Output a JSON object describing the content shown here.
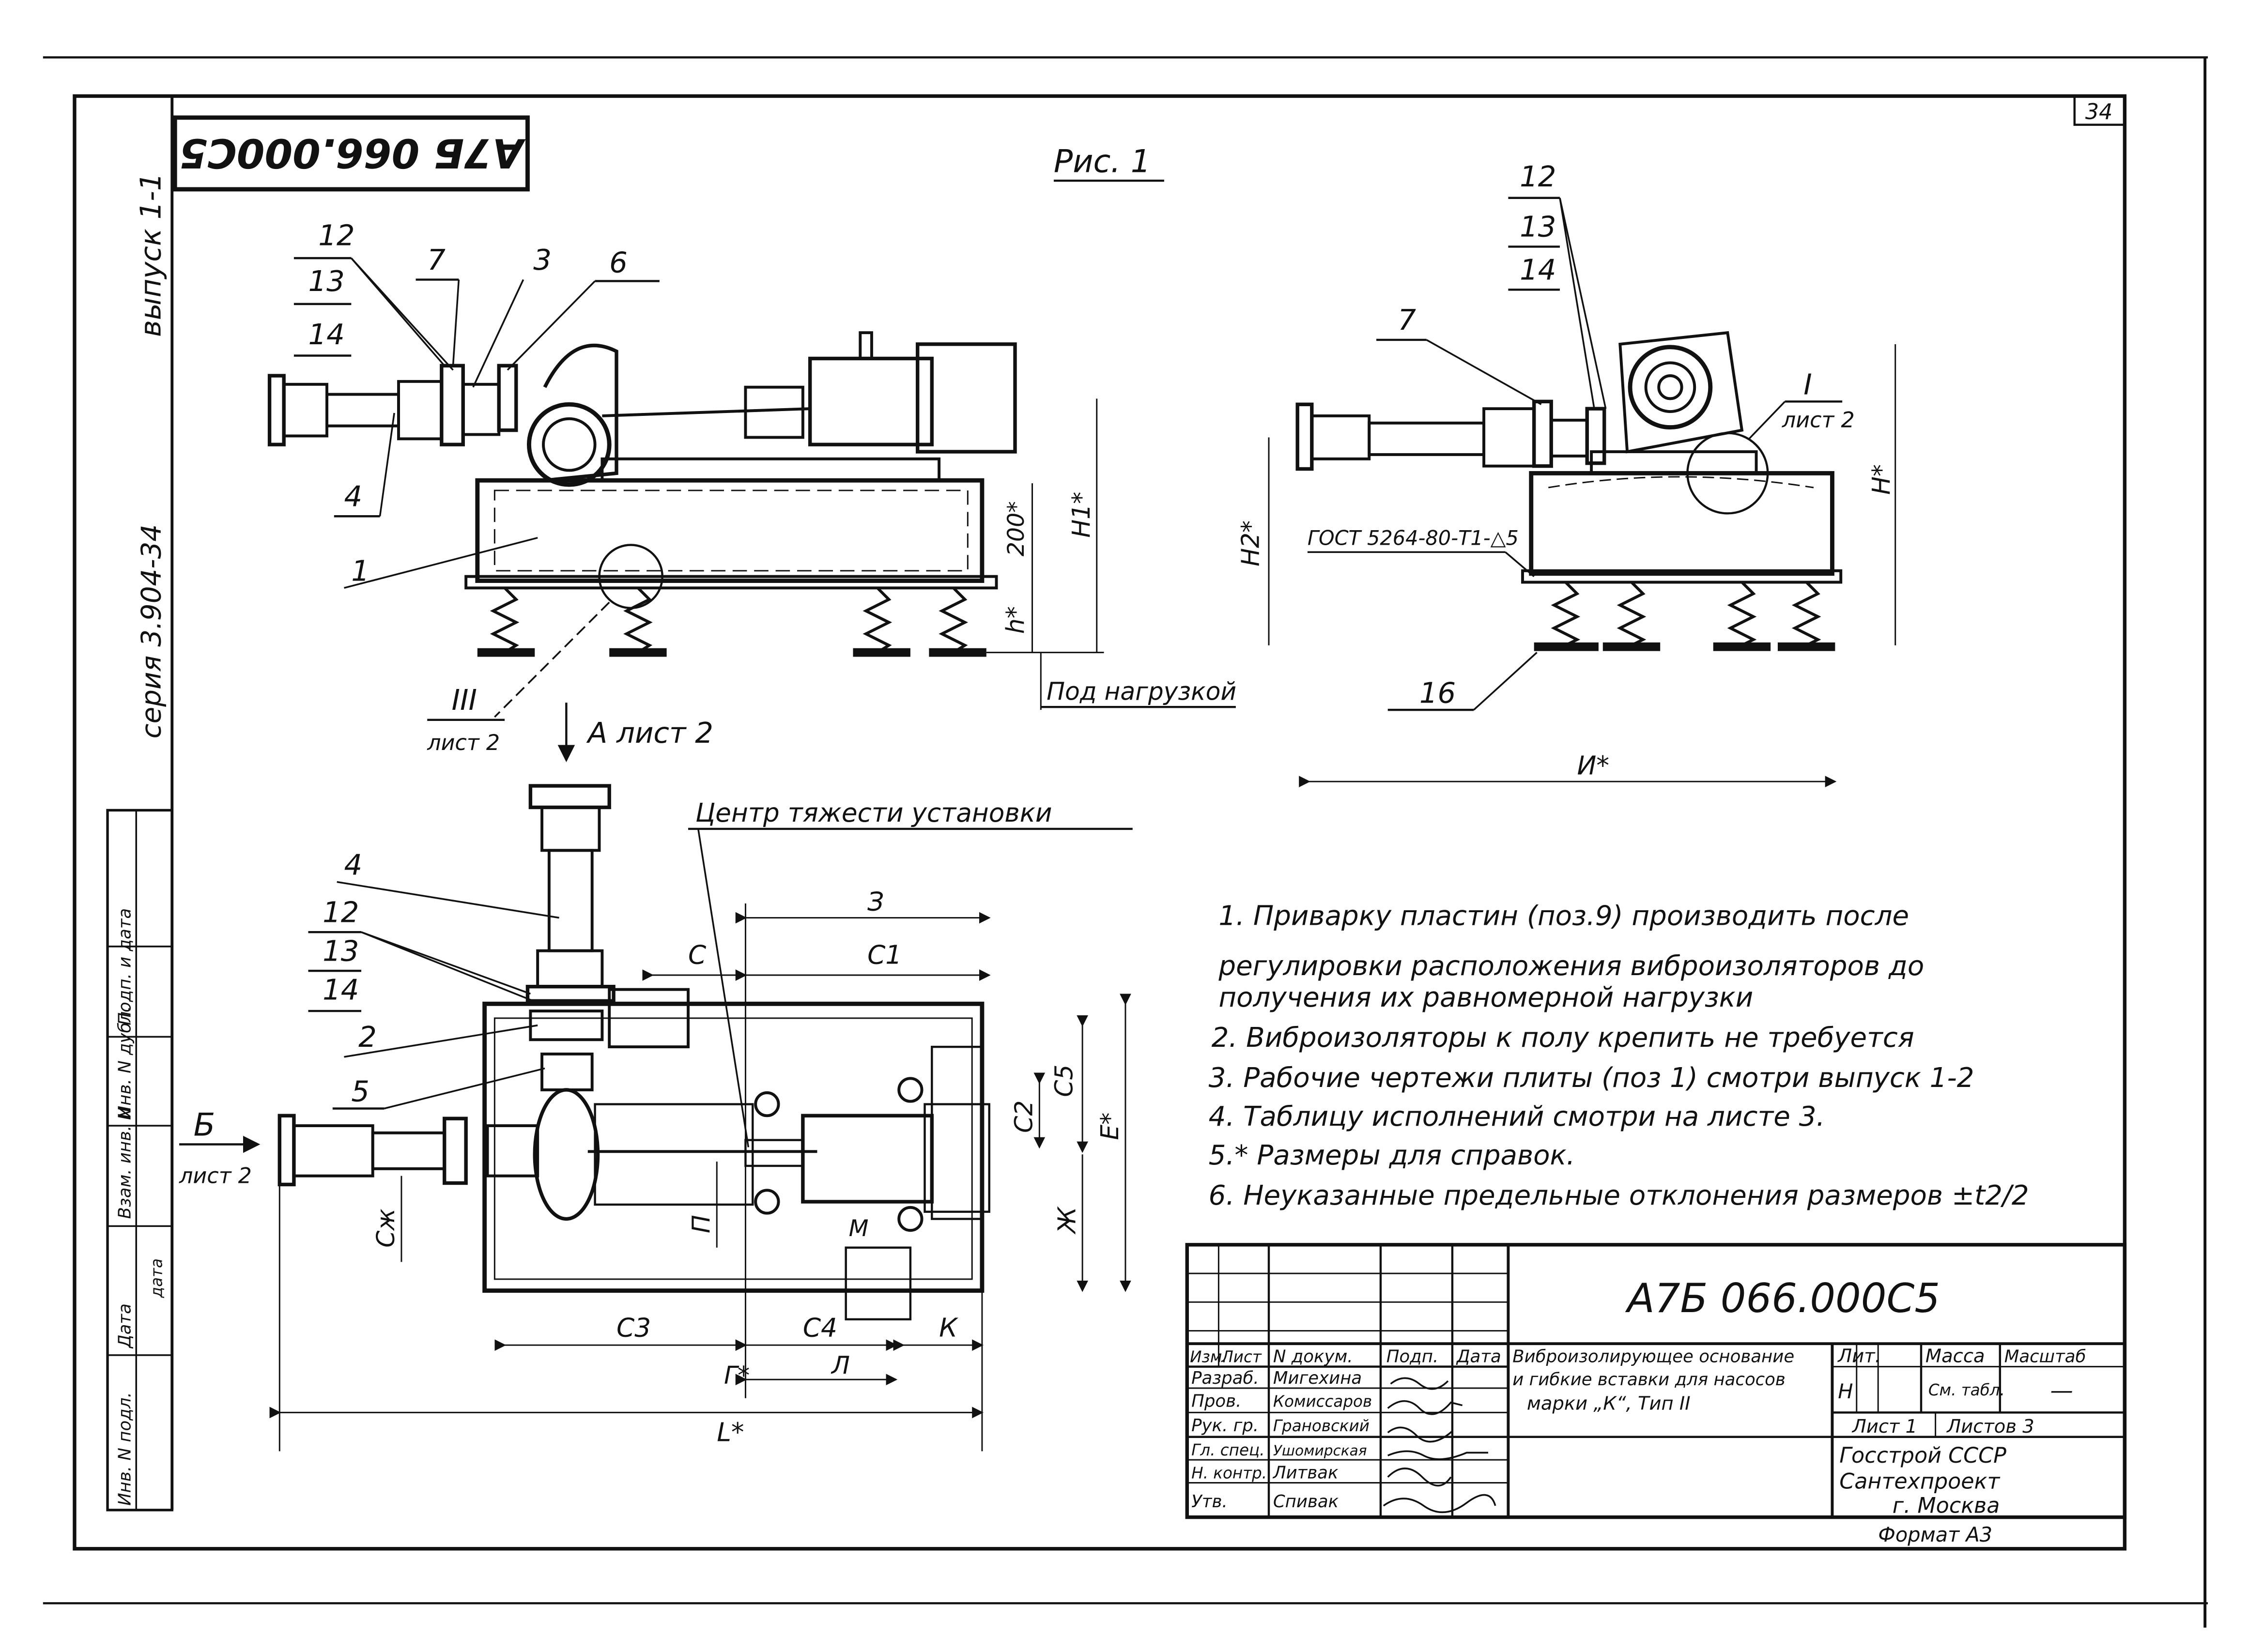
{
  "sheet_number": "34",
  "title_stamp_mirrored": "А7Б 066.000С5",
  "figure_label": "Рис. 1",
  "side_labels": {
    "issue": "выпуск 1-1",
    "series": "серия 3.904-34"
  },
  "left_strip_labels": [
    "Инв. N подл.",
    "Дата",
    "Взам. инв. N",
    "Инв. N дубл.",
    "Подп. и дата"
  ],
  "left_strip_date_text": "дата",
  "position_callouts": {
    "top_left_stack": [
      "12",
      "13",
      "14"
    ],
    "top_left_7": "7",
    "top_left_3": "3",
    "top_left_6": "6",
    "top_left_4": "4",
    "top_left_1": "1",
    "top_right_stack": [
      "12",
      "13",
      "14"
    ],
    "top_right_7": "7",
    "top_right_16": "16",
    "plan_4": "4",
    "plan_stack": [
      "12",
      "13",
      "14"
    ],
    "plan_2": "2",
    "plan_5": "5"
  },
  "section_marks": {
    "III": "III",
    "III_sheet": "лист 2",
    "I": "I",
    "I_sheet": "лист 2",
    "A_view": "А лист 2",
    "B_view": "Б",
    "B_sheet": "лист 2"
  },
  "dimension_labels": {
    "h200": "200*",
    "H1": "H1*",
    "h": "h*",
    "under_load": "Под нагрузкой",
    "H2": "H2*",
    "Hstar": "H*",
    "gost": "ГОСТ 5264-80-Т1-△5",
    "Ilength": "И*",
    "gravity_center": "Центр тяжести установки",
    "Z": "З",
    "C1": "С1",
    "C": "С",
    "C5": "С5",
    "E": "Е*",
    "C2": "С2",
    "Czh": "Сж",
    "P": "П",
    "M": "М",
    "Zh": "Ж",
    "C3": "С3",
    "C4": "С4",
    "K": "К",
    "G": "Г*",
    "L_small": "Л",
    "L_star": "L*"
  },
  "notes": [
    "1. Приварку пластин (поз.9) производить после",
    "регулировки расположения виброизоляторов до",
    "получения их равномерной нагрузки",
    "2. Виброизоляторы к полу крепить не требуется",
    "3. Рабочие чертежи плиты (поз 1) смотри выпуск 1-2",
    "4. Таблицу исполнений смотри на листе 3.",
    "5.* Размеры для справок.",
    "6. Неуказанные предельные отклонения размеров ±t2/2"
  ],
  "title_block": {
    "code": "А7Б 066.000С5",
    "description": [
      "Виброизолирующее основание",
      "и гибкие вставки для насосов",
      "марки „К“, Тип II"
    ],
    "roles": [
      {
        "role": "Изм.",
        "name": "Лист",
        "extra": "N докум."
      },
      {
        "role": "Разраб.",
        "name": "Мигехина"
      },
      {
        "role": "Пров.",
        "name": "Комиссаров"
      },
      {
        "role": "Рук. гр.",
        "name": "Грановский"
      },
      {
        "role": "Гл. спец.",
        "name": "Ушомирская"
      },
      {
        "role": "Н. контр.",
        "name": "Литвак"
      },
      {
        "role": "Утв.",
        "name": "Спивак"
      }
    ],
    "header_sign": "Подп.",
    "header_date": "Дата",
    "lit_label": "Лит.",
    "lit_value": "Н",
    "mass_label": "Масса",
    "mass_value": "См. табл.",
    "scale_label": "Масштаб",
    "scale_value": "—",
    "sheet_label": "Лист 1",
    "sheets_label": "Листов 3",
    "org": [
      "Госстрой СССР",
      "Сантехпроект",
      "г. Москва"
    ],
    "format": "Формат А3"
  }
}
